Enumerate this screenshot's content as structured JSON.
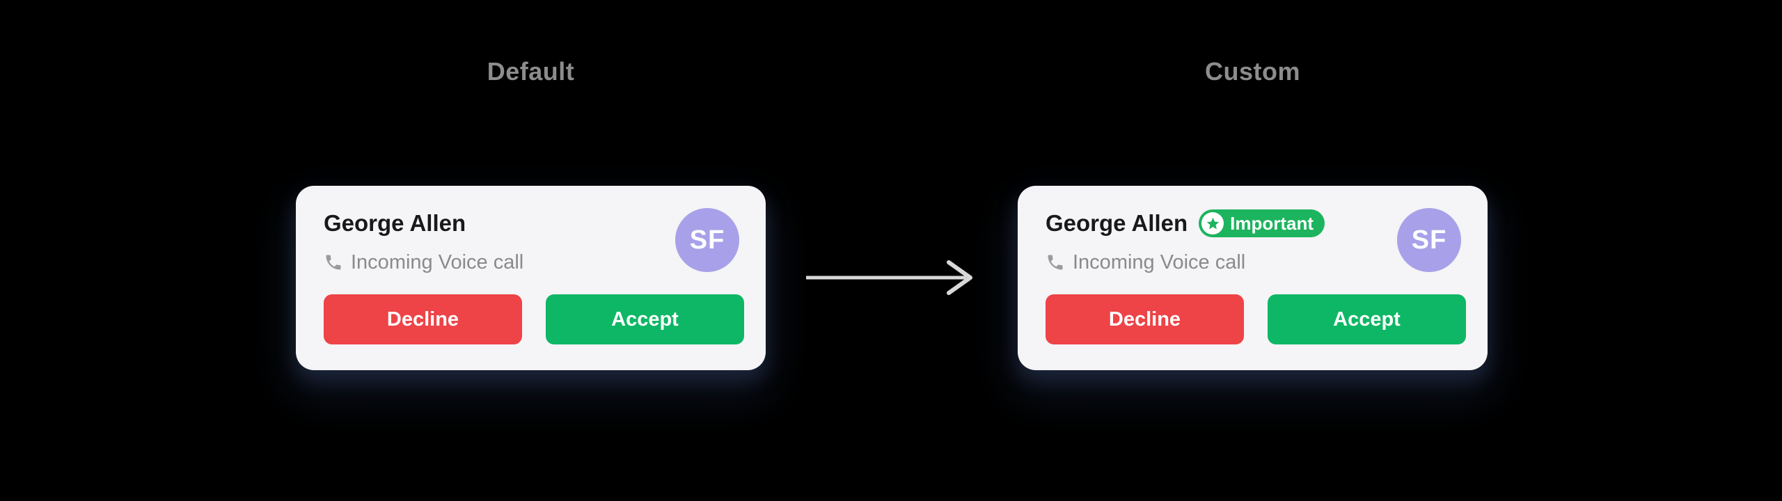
{
  "panels": [
    {
      "label": "Default"
    },
    {
      "label": "Custom"
    }
  ],
  "card": {
    "name": "George Allen",
    "subtitle": "Incoming Voice call",
    "avatar_initials": "SF",
    "decline_label": "Decline",
    "accept_label": "Accept"
  },
  "badge": {
    "label": "Important"
  },
  "icons": {
    "phone": "phone-receiver-icon",
    "star": "star-icon",
    "arrow": "arrow-right-icon"
  },
  "colors": {
    "background": "#000000",
    "card-bg": "#f5f4f6",
    "label-gray": "#8d8d8d",
    "name-color": "#19191c",
    "subtitle-gray": "#8a8a8a",
    "icon-gray": "#9b9b9b",
    "decline-red": "#ee4347",
    "accept-green": "#0eb765",
    "badge-green": "#1cb45e",
    "avatar-purple": "#a8a1e9",
    "avatar-text": "#ffffff",
    "arrow-gray": "#d9d9d9"
  }
}
